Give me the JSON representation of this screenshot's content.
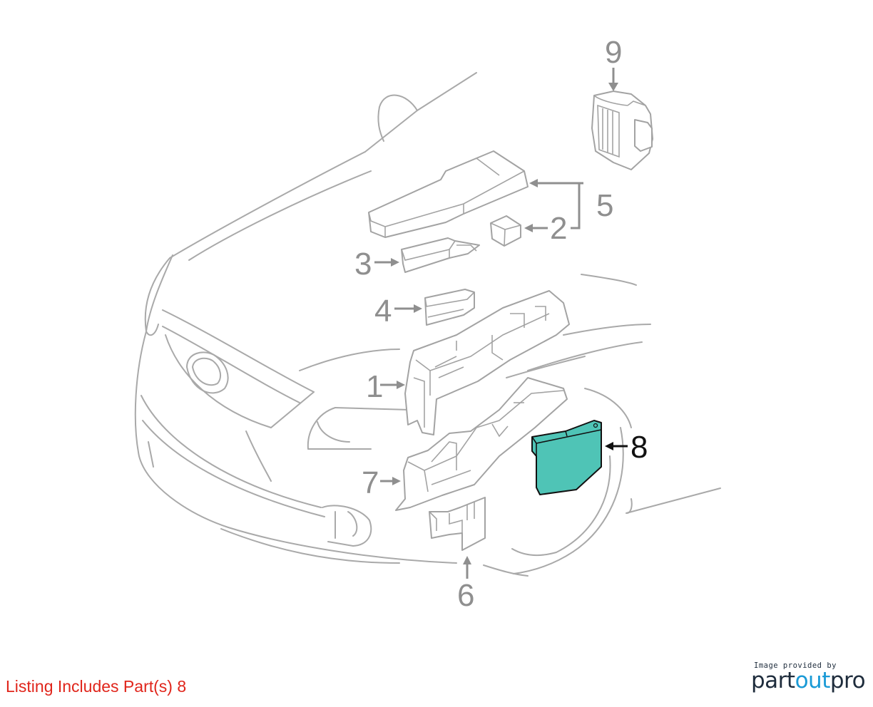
{
  "diagram": {
    "callouts": [
      {
        "id": "9",
        "label": "9"
      },
      {
        "id": "5",
        "label": "5"
      },
      {
        "id": "2",
        "label": "2"
      },
      {
        "id": "3",
        "label": "3"
      },
      {
        "id": "4",
        "label": "4"
      },
      {
        "id": "1",
        "label": "1"
      },
      {
        "id": "8",
        "label": "8",
        "highlighted": true
      },
      {
        "id": "7",
        "label": "7"
      },
      {
        "id": "6",
        "label": "6"
      }
    ],
    "highlight_color": "#4fc4b6",
    "line_color": "#a9a9a9"
  },
  "listing_text": "Listing Includes Part(s) 8",
  "listing_color": "#e0251b",
  "provider": {
    "caption": "Image provided by",
    "logo": {
      "part1": "part",
      "part2": "out",
      "part3": "pro"
    },
    "colors": {
      "dark": "#1e2c3c",
      "accent": "#1a9ad6"
    }
  }
}
